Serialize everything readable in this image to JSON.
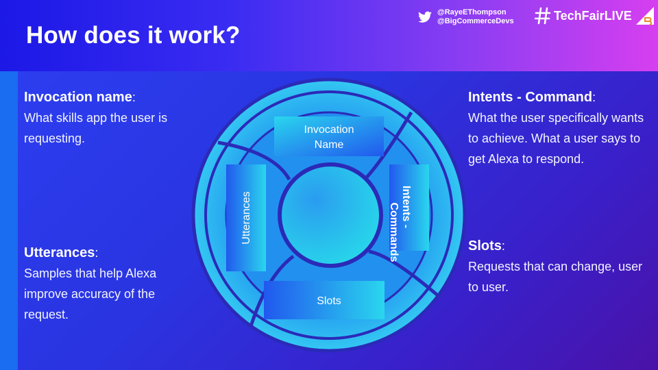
{
  "header": {
    "title": "How does it work?",
    "handles": [
      "@RayeEThompson",
      "@BigCommerceDevs"
    ],
    "event": "TechFairLIVE"
  },
  "left": {
    "invocation": {
      "heading": "Invocation name",
      "body": "What skills app the user is requesting."
    },
    "utterances": {
      "heading": "Utterances",
      "body": "Samples that help Alexa improve accuracy of the request."
    }
  },
  "right": {
    "intents": {
      "heading": "Intents - Command",
      "body": "What the user specifically wants to achieve. What a user says to get Alexa to respond."
    },
    "slots": {
      "heading": "Slots",
      "body": "Requests that can change, user to user."
    }
  },
  "diagram": {
    "invocation_line1": "Invocation",
    "invocation_line2": "Name",
    "utterances": "Utterances",
    "intents_line1": "Intents -",
    "intents_line2": "Commands",
    "slots": "Slots"
  },
  "colors": {
    "accent": "#1a6cf0",
    "cyan": "#2fd2ec",
    "ring_stroke": "#2b2ab8"
  }
}
